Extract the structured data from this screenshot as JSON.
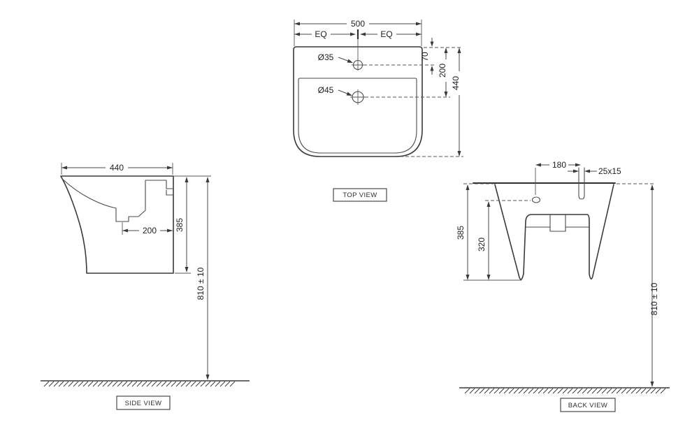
{
  "drawing_type": "wash-basin installation technical drawing",
  "views": {
    "top": {
      "label": "TOP VIEW",
      "overall_width": "500",
      "eq_left": "EQ",
      "eq_right": "EQ",
      "tap_hole_dia": "Ø35",
      "waste_hole_dia": "Ø45",
      "tap_hole_offset": "70",
      "waste_hole_offset": "200",
      "overall_depth": "440"
    },
    "side": {
      "label": "SIDE VIEW",
      "overall_depth": "440",
      "waste_offset": "200",
      "basin_height": "385",
      "rim_height": "810 ± 10"
    },
    "back": {
      "label": "BACK VIEW",
      "fixing_hole_spacing": "180",
      "fixing_slot_size": "25x15",
      "basin_height": "385",
      "fixing_hole_height": "320",
      "rim_height": "810 ± 10"
    }
  },
  "colors": {
    "background": "#ffffff",
    "outline": "#3a3a3a",
    "dimension_line": "#4a4a4a",
    "text": "#1c1f26"
  }
}
